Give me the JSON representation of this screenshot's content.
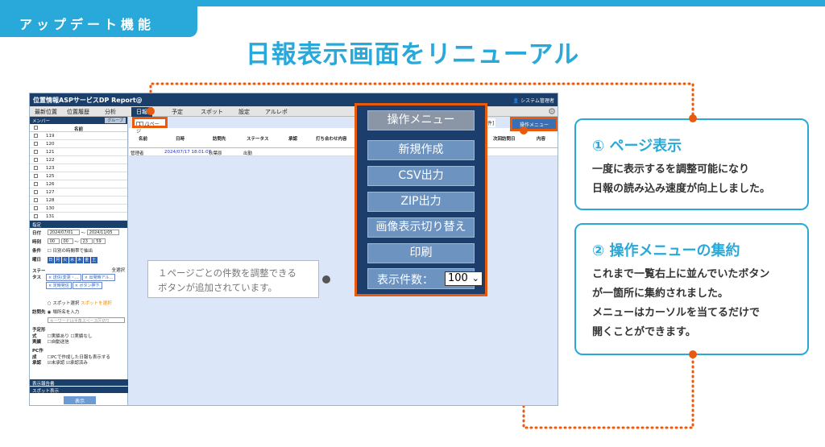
{
  "tag_label": "アップデート機能",
  "headline": "日報表示画面をリニューアル",
  "app": {
    "title": "位置情報ASPサービスDP Report@",
    "user": "システム管理者",
    "nav": [
      "最新位置",
      "位置履歴",
      "分析",
      "日報",
      "予定",
      "スポット",
      "設定",
      "アルレポ"
    ],
    "sidebar": {
      "member_header": "メンバー",
      "group_label": "グループ",
      "name_col": "名前",
      "members": [
        "119",
        "120",
        "121",
        "122",
        "123",
        "125",
        "126",
        "127",
        "128",
        "130",
        "131"
      ],
      "filter_header": "指定",
      "date_label": "日付",
      "date_from": "2024/07/01",
      "date_sep": "～",
      "date_to": "2024/11/05",
      "time_label": "時刻",
      "time_from_h": "00",
      "time_from_m": "00",
      "time_to_h": "23",
      "time_to_m": "59",
      "condition_label": "条件",
      "condition_text": "日別の時間帯で抽出",
      "weekday_label": "曜日",
      "weekdays": [
        "日",
        "月",
        "火",
        "水",
        "木",
        "金",
        "土"
      ],
      "select_all": "全選択",
      "status_label": "ステータス",
      "status_tags": [
        "× 送信(変更・…",
        "× 出発時アル…",
        "× 定時発信",
        "× ボタン押下"
      ],
      "spot_select": "スポット選択",
      "spot_select_link": "スポットを選択",
      "visit_label": "訪問先",
      "visit_option": "場所名を入力",
      "visit_placeholder": "キーワードは半角スペース区切り",
      "plan_label": "予定形式",
      "plan_yes": "実績あり",
      "plan_no": "実績なし",
      "actual_label": "実績",
      "actual_text": "自動送信",
      "pc_label": "PC作成",
      "pc_text": "PCで作成した日報も表示する",
      "approve_label": "承認",
      "approve_yes": "未承認",
      "approve_done": "承認済み",
      "show_report": "表示報告書",
      "show_spot": "スポット表示",
      "show_button": "表示"
    },
    "page_indicator": "/1ページ",
    "page_current": "1",
    "grid_headers": [
      "名前",
      "日時",
      "訪問先",
      "ステータス",
      "承認",
      "打ち合わせ内容",
      "次回訪問日",
      "内容"
    ],
    "grid_row": {
      "name": "管理者",
      "datetime": "2024/07/17 18:01:07",
      "place": "秋葉原",
      "status": "出勤"
    },
    "op_menu_small": "操作メニュー",
    "op_menu_left": "件]"
  },
  "menu": {
    "title": "操作メニュー",
    "items": [
      "新規作成",
      "CSV出力",
      "ZIP出力",
      "画像表示切り替え",
      "印刷"
    ],
    "count_label": "表示件数：",
    "count_value": "100"
  },
  "note": {
    "line1": "１ページごとの件数を調整できる",
    "line2": "ボタンが追加されています。"
  },
  "features": [
    {
      "title": "① ページ表示",
      "lines": [
        "一度に表示するを調整可能になり",
        "日報の読み込み速度が向上しました。"
      ]
    },
    {
      "title": "② 操作メニューの集約",
      "lines": [
        "これまで一覧右上に並んでいたボタン",
        "が一箇所に集約されました。",
        "メニューはカーソルを当てるだけで",
        "開くことができます。"
      ]
    }
  ],
  "colors": {
    "accent": "#29a9d9",
    "highlight": "#e85a0c",
    "navy": "#1c3e6c"
  }
}
